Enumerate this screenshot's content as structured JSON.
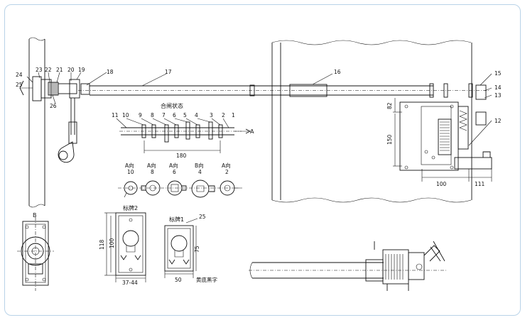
{
  "part_numbers": [
    "1",
    "2",
    "3",
    "4",
    "5",
    "6",
    "7",
    "8",
    "9",
    "10",
    "11",
    "12",
    "13",
    "14",
    "15",
    "16",
    "17",
    "18",
    "19",
    "20",
    "21",
    "22",
    "23",
    "24",
    "25",
    "26"
  ],
  "closing_state_label": "合闸状态",
  "section_mark": "A",
  "dims": {
    "d180": "180",
    "d82": "82",
    "d150": "150",
    "d100": "100",
    "d111": "111",
    "plate_118": "118",
    "plate_100": "100",
    "plate_3744": "37-44",
    "plate_75": "75",
    "plate_50": "50"
  },
  "views": [
    {
      "dir": "A向",
      "num": "10"
    },
    {
      "dir": "A向",
      "num": "8"
    },
    {
      "dir": "A向",
      "num": "6"
    },
    {
      "dir": "B向",
      "num": "4"
    },
    {
      "dir": "A向",
      "num": "2"
    }
  ],
  "view_b_label": "B",
  "plate2_label": "标牌2",
  "plate1_label": "标牌1",
  "plate1_callout": "25",
  "plate1_note": "黄底黑字"
}
